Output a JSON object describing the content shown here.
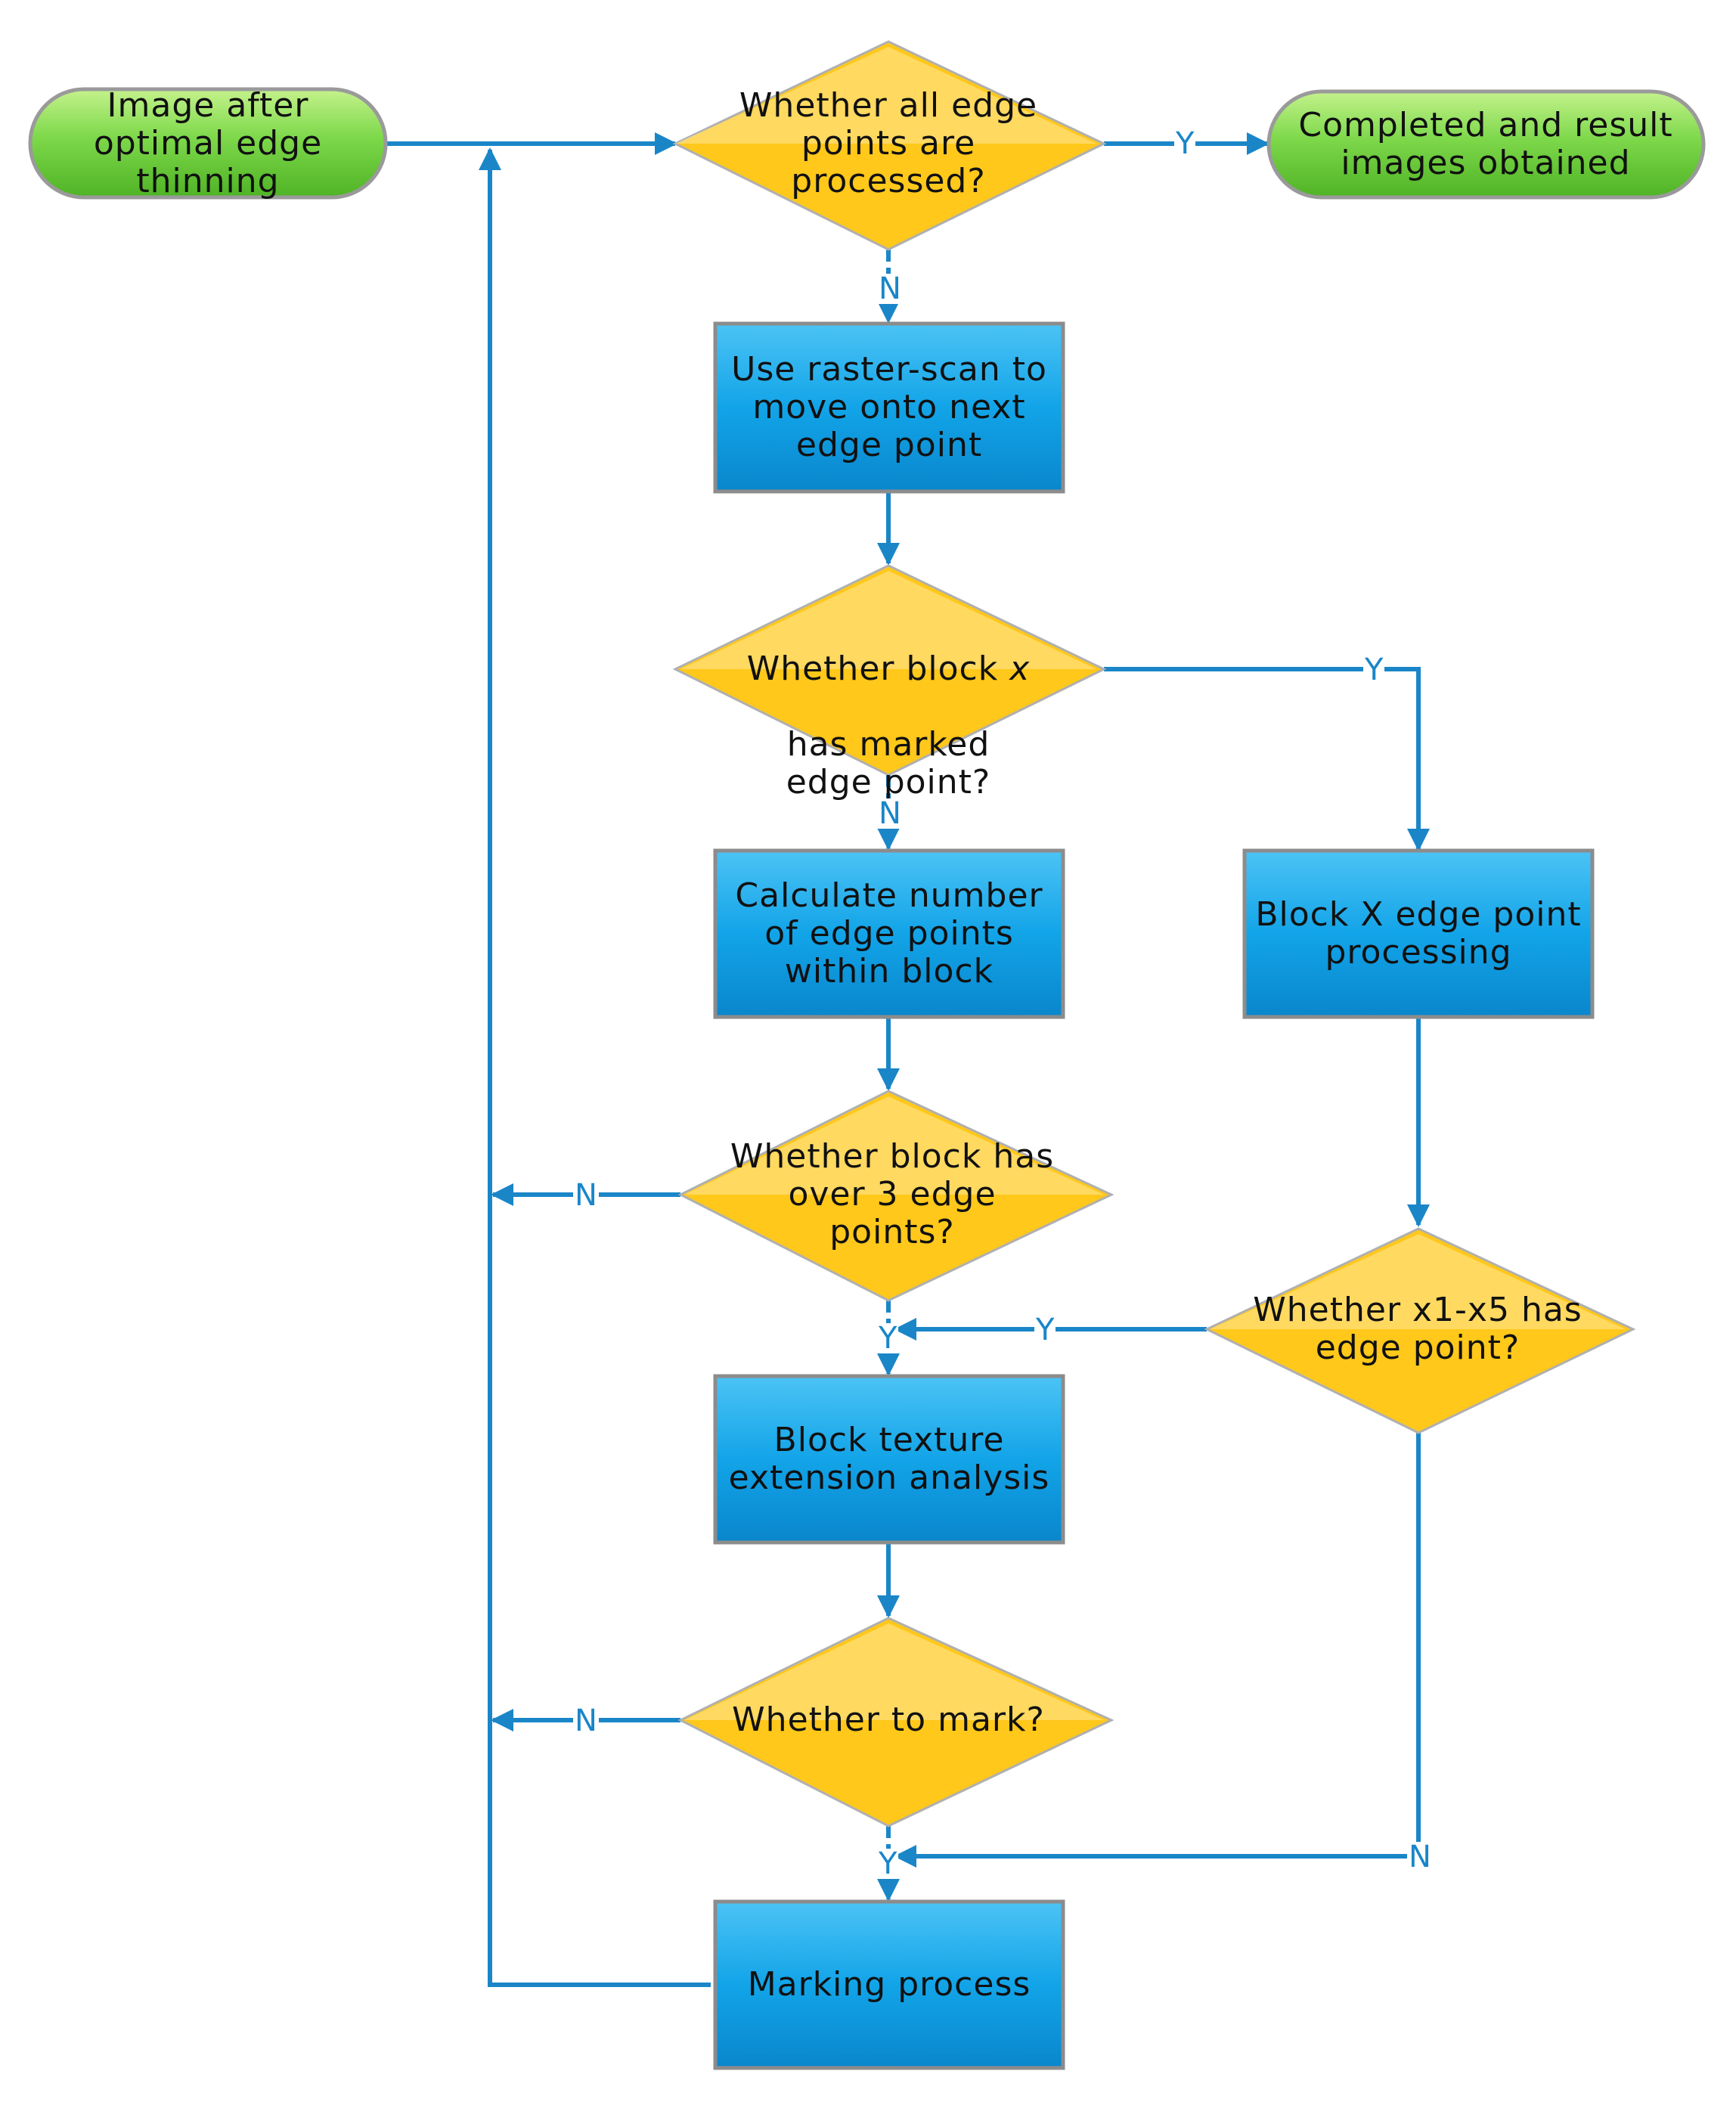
{
  "nodes": {
    "start": "Image after optimal edge thinning",
    "q_all_processed": "Whether all edge points are processed?",
    "end": "Completed and result images obtained",
    "raster_scan": "Use raster-scan to move onto next edge point",
    "q_block_marked_a": "Whether block",
    "q_block_marked_x": "x",
    "q_block_marked_b": "has marked edge point?",
    "calc_points": "Calculate number of edge points within block",
    "block_x_processing": "Block X edge point processing",
    "q_over3": "Whether block has over 3 edge points?",
    "q_x1x5": "Whether x1-x5 has edge point?",
    "texture_analysis": "Block texture extension analysis",
    "q_mark": "Whether to mark?",
    "marking": "Marking process"
  },
  "edge_labels": {
    "all_processed_yes": "Y",
    "all_processed_no": "N",
    "block_marked_yes": "Y",
    "block_marked_no": "N",
    "over3_no": "N",
    "over3_yes": "Y",
    "x1x5_yes": "Y",
    "x1x5_no": "N",
    "mark_no": "N",
    "mark_yes": "Y"
  },
  "colors": {
    "terminal_fill": "#7dd84a",
    "decision_fill": "#ffc81a",
    "process_fill": "#12a4e8",
    "connector": "#1a86c8"
  }
}
